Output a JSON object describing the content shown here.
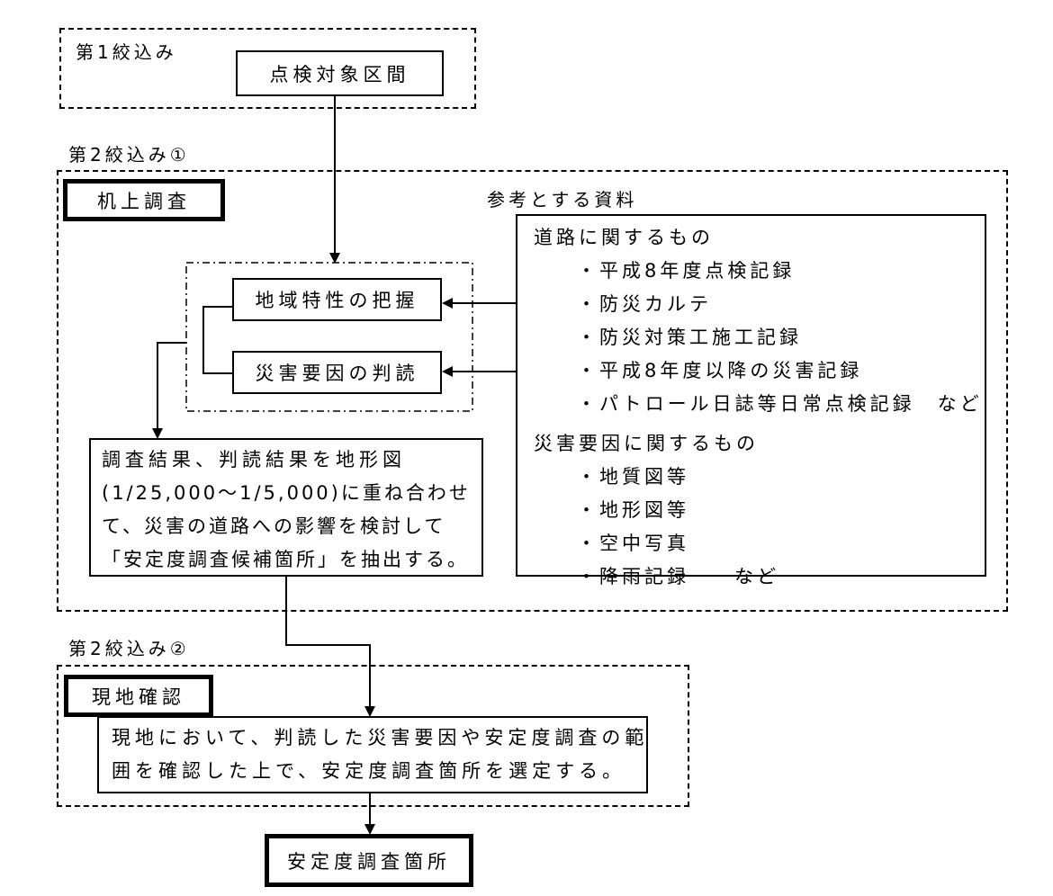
{
  "stage1": {
    "label": "第1絞込み",
    "start_box": "点検対象区間"
  },
  "stage2a": {
    "label": "第2絞込み①",
    "title": "机上調査",
    "ref_title": "参考とする資料",
    "tasks": [
      "地域特性の把握",
      "災害要因の判読"
    ],
    "result_lines": [
      "調査結果、判読結果を地形図",
      "(1/25,000～1/5,000)に重ね合わせ",
      "て、災害の道路への影響を検討して",
      "「安定度調査候補箇所」を抽出する。"
    ],
    "road_heading": "道路に関するもの",
    "road_items": [
      "・平成8年度点検記録",
      "・防災カルテ",
      "・防災対策工施工記録",
      "・平成8年度以降の災害記録",
      "・パトロール日誌等日常点検記録　など"
    ],
    "hazard_heading": "災害要因に関するもの",
    "hazard_items": [
      "・地質図等",
      "・地形図等",
      "・空中写真",
      "・降雨記録　　など"
    ]
  },
  "stage2b": {
    "label": "第2絞込み②",
    "title": "現地確認",
    "desc_lines": [
      "現地において、判読した災害要因や安定度調査の範",
      "囲を確認した上で、安定度調査箇所を選定する。"
    ]
  },
  "final_box": "安定度調査箇所"
}
